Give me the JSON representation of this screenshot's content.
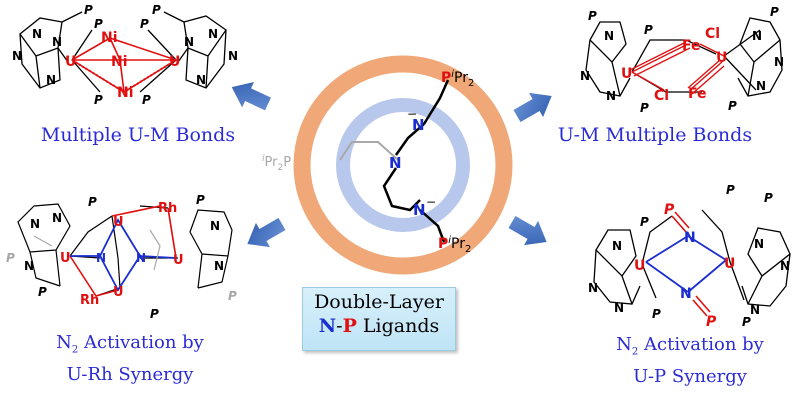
{
  "captions": {
    "top_left": "Multiple U-M Bonds",
    "top_right": "U-M Multiple Bonds",
    "bottom_left_line1_pre": "N",
    "bottom_left_line1_sub": "2",
    "bottom_left_line1_post": " Activation by",
    "bottom_left_line2": "U-Rh Synergy",
    "bottom_right_line1_pre": "N",
    "bottom_right_line1_sub": "2",
    "bottom_right_line1_post": " Activation by",
    "bottom_right_line2": "U-P Synergy"
  },
  "center_box": {
    "line1": "Double-Layer",
    "n": "N",
    "dash": "-",
    "p": "P",
    "ligands": " Ligands"
  },
  "atoms": {
    "u": "U",
    "ni": "Ni",
    "fe": "Fe",
    "cl": "Cl",
    "rh": "Rh",
    "n": "N",
    "p": "P",
    "ipr2_i": "i",
    "ipr2_pr": "Pr",
    "ipr2_2": "2",
    "ipr2_p": "P",
    "minus": "−"
  },
  "colors": {
    "caption_blue": "#2b2bd6",
    "metal_red": "#e01010",
    "ring_orange": "#f0a878",
    "ring_blue": "#b8c8ec",
    "arrow_blue": "#3f6fc0",
    "nitrogen_blue": "#1a2ed0"
  }
}
